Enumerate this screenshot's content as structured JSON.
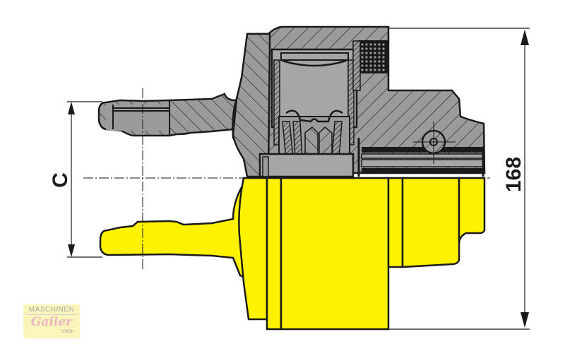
{
  "diagram": {
    "type": "technical-cross-section",
    "subject": "PTO shaft wide-angle / friction clutch yoke cross section",
    "colors": {
      "section_gray": "#9b9b9b",
      "hatch": "#2a2a2a",
      "outline": "#1a1a1a",
      "yellow": "#fff200",
      "background": "#ffffff"
    },
    "dimensions": {
      "c_label": "C",
      "overall_label": "168"
    }
  },
  "watermark": {
    "line1": "MASCHINEN",
    "line2": "Gailer",
    "line3": "GMBH"
  }
}
